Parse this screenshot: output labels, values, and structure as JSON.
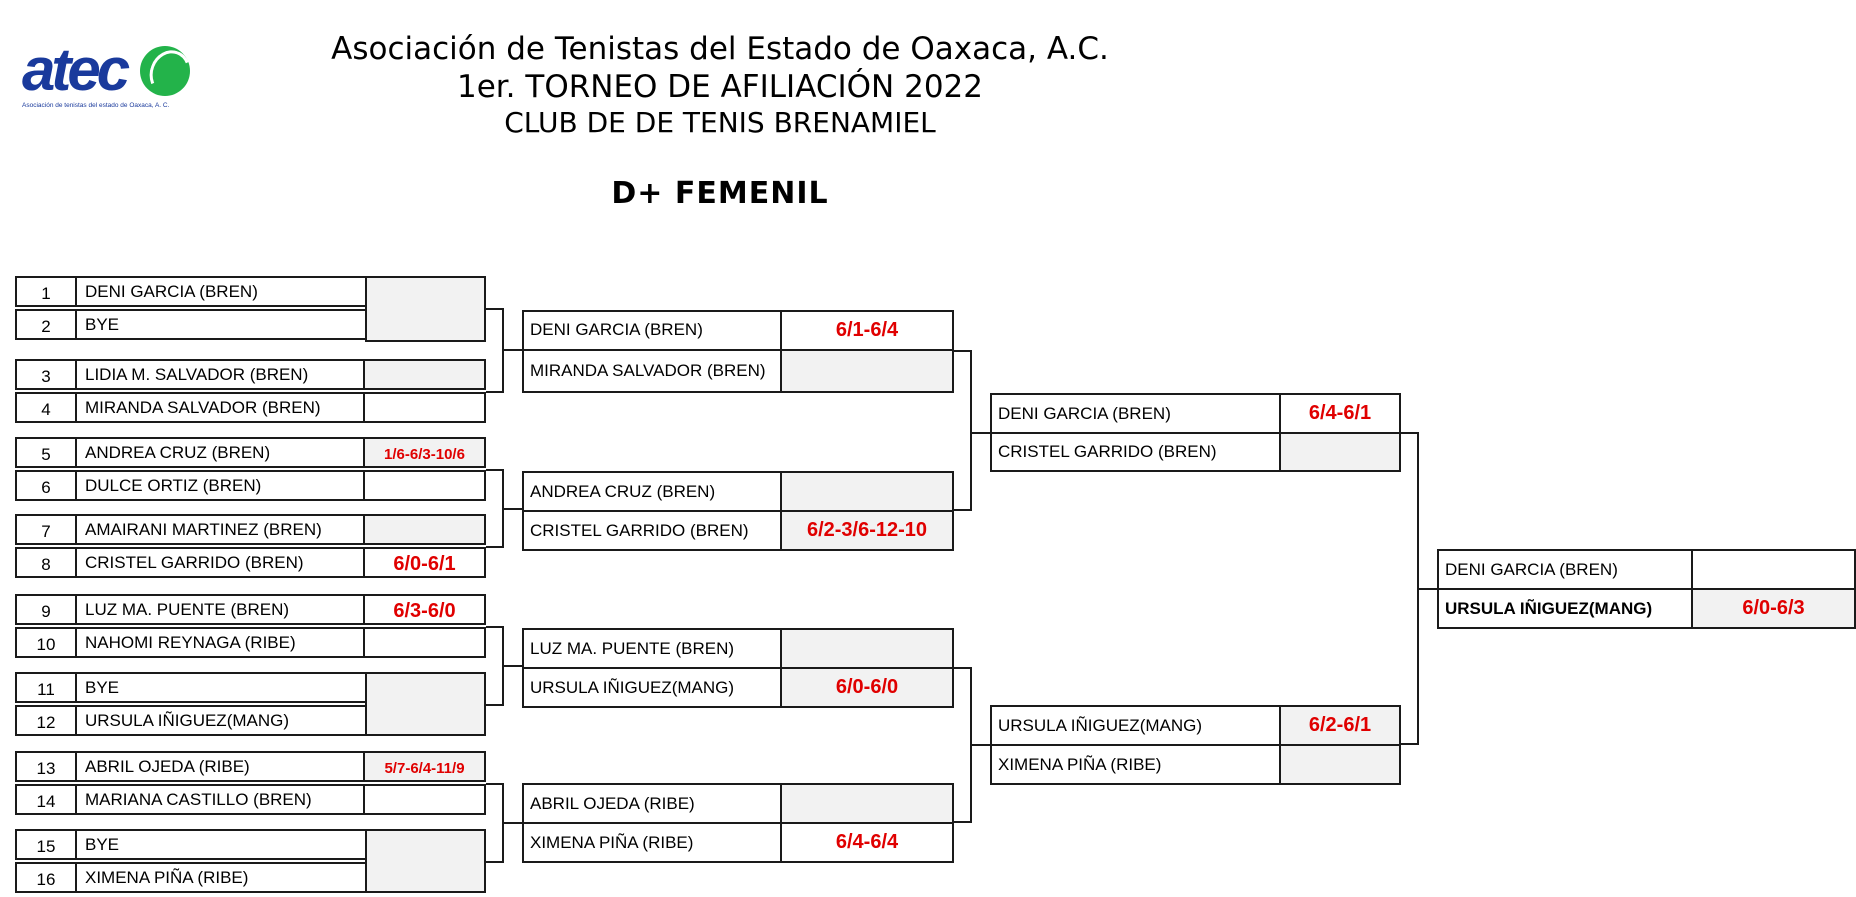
{
  "header": {
    "logo_text": "atec",
    "logo_subtext": "Asociación de tenistas del estado de Oaxaca, A. C.",
    "line1": "Asociación de Tenistas del Estado de Oaxaca, A.C.",
    "line2": "1er. TORNEO DE AFILIACIÓN 2022",
    "line3": "CLUB DE DE TENIS BRENAMIEL",
    "category": "D+  FEMENIL"
  },
  "round1": [
    {
      "seed": "1",
      "name": "DENI GARCIA (BREN)"
    },
    {
      "seed": "2",
      "name": "BYE"
    },
    {
      "seed": "3",
      "name": "LIDIA M. SALVADOR (BREN)"
    },
    {
      "seed": "4",
      "name": "MIRANDA SALVADOR (BREN)"
    },
    {
      "seed": "5",
      "name": "ANDREA CRUZ (BREN)",
      "score": "1/6-6/3-10/6"
    },
    {
      "seed": "6",
      "name": "DULCE ORTIZ (BREN)"
    },
    {
      "seed": "7",
      "name": "AMAIRANI MARTINEZ (BREN)"
    },
    {
      "seed": "8",
      "name": "CRISTEL GARRIDO (BREN)",
      "score": "6/0-6/1"
    },
    {
      "seed": "9",
      "name": "LUZ MA. PUENTE (BREN)",
      "score": "6/3-6/0"
    },
    {
      "seed": "10",
      "name": "NAHOMI REYNAGA (RIBE)"
    },
    {
      "seed": "11",
      "name": "BYE"
    },
    {
      "seed": "12",
      "name": "URSULA IÑIGUEZ(MANG)"
    },
    {
      "seed": "13",
      "name": "ABRIL OJEDA (RIBE)",
      "score": "5/7-6/4-11/9"
    },
    {
      "seed": "14",
      "name": "MARIANA CASTILLO (BREN)"
    },
    {
      "seed": "15",
      "name": "BYE"
    },
    {
      "seed": "16",
      "name": "XIMENA PIÑA (RIBE)"
    }
  ],
  "round2": [
    {
      "name": "DENI GARCIA (BREN)",
      "score": "6/1-6/4"
    },
    {
      "name": "MIRANDA SALVADOR (BREN)",
      "score": ""
    },
    {
      "name": "ANDREA CRUZ (BREN)",
      "score": ""
    },
    {
      "name": "CRISTEL GARRIDO (BREN)",
      "score": "6/2-3/6-12-10"
    },
    {
      "name": "LUZ MA. PUENTE (BREN)",
      "score": ""
    },
    {
      "name": "URSULA IÑIGUEZ(MANG)",
      "score": "6/0-6/0"
    },
    {
      "name": "ABRIL OJEDA (RIBE)",
      "score": ""
    },
    {
      "name": "XIMENA PIÑA (RIBE)",
      "score": "6/4-6/4"
    }
  ],
  "semis": [
    {
      "name": "DENI GARCIA (BREN)",
      "score": "6/4-6/1"
    },
    {
      "name": "CRISTEL GARRIDO (BREN)",
      "score": ""
    },
    {
      "name": "URSULA IÑIGUEZ(MANG)",
      "score": "6/2-6/1"
    },
    {
      "name": "XIMENA PIÑA (RIBE)",
      "score": ""
    }
  ],
  "final": [
    {
      "name": "DENI GARCIA (BREN)",
      "score": ""
    },
    {
      "name": "URSULA IÑIGUEZ(MANG)",
      "score": "6/0-6/3"
    }
  ]
}
